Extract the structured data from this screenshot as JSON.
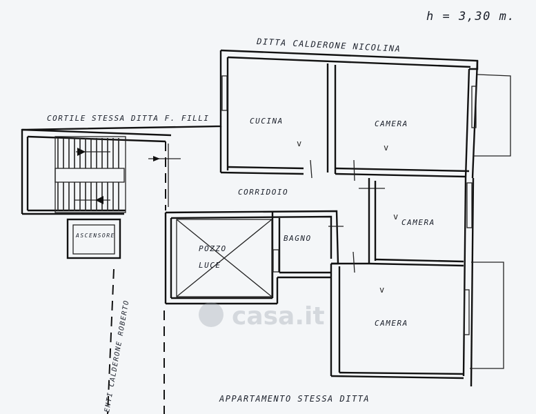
{
  "height_note": "h = 3,30 m.",
  "neighbors": {
    "top": "DITTA CALDERONE NICOLINA",
    "courtyard": "CORTILE STESSA DITTA F. FILLI",
    "left_vertical": "ENTI CALDERONE ROBERTO",
    "bottom": "APPARTAMENTO STESSA DITTA"
  },
  "rooms": {
    "kitchen": "CUCINA",
    "bedroom_1": "CAMERA",
    "bedroom_2": "CAMERA",
    "bedroom_3": "CAMERA",
    "corridor": "CORRIDOIO",
    "bathroom": "BAGNO",
    "lightwell_line1": "POZZO",
    "lightwell_line2": "LUCE",
    "elevator": "ASCENSORE"
  },
  "watermark": "casa.it",
  "colors": {
    "ink": "#111111",
    "paper": "#f4f6f8"
  }
}
